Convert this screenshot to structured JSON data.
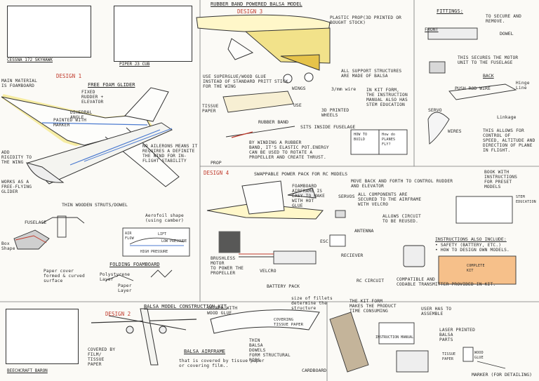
{
  "page": {
    "main_material": "MAIN MATERIAL\nIS FOAMBOARD"
  },
  "references": {
    "cessna": "CESSNA 172 SKYHAWK",
    "piper": "PIPER J3 CUB",
    "beechcraft": "BEECHCRAFT BARON"
  },
  "design1": {
    "tag": "DESIGN 1",
    "title": "FREE FOAM GLIDER",
    "fixed_rudder": "FIXED\nRUDDER +\nELEVATOR",
    "dihedral": "DIHEDRAL\nANGLE",
    "easy_to_add": "ADD\nRIGIDITY TO\nTHE WING",
    "free_glider": "WORKS AS A\nFREE-FLYING\nGLIDER",
    "painted": "PAINTED WITH\nMARKER",
    "no_aileron": "NO AILERONS MEANS IT\nREQUIRES A DEFINITE\nTHE WIND FOR IN-\nFLIGHT STABILITY",
    "struts": "THIN WOODEN STRUTS/DOWEL",
    "aerofoil": "Aerofoil shape\n(using camber)",
    "fuselage": "FUSELAGE",
    "box_shape": "Box\nShape",
    "paper_cover": "Paper cover\nformed & curved\nsurface",
    "folding": "FOLDING FOAMBOARD",
    "polystyrene": "Polystyrene\nLayer",
    "paper_layer": "Paper\nLayer",
    "low_pressure": "LOW PRESSURE",
    "high_pressure": "HIGH PRESSURE",
    "airflow": "AIR\nFLOW",
    "lift": "LIFT"
  },
  "design3": {
    "header": "RUBBER BAND POWERED BALSA MODEL",
    "tag": "DESIGN 3",
    "prop": "PLASTIC PROP(3D PRINTED OR\nBOUGHT STOCK)",
    "support": "ALL SUPPORT STRUCTURES\nARE MADE OF BALSA",
    "glue_stick": "USE SUPERGLUE/WOOD GLUE\nINSTEAD OF STANDARD PRITT STICK\nFOR THE WING",
    "tissue_paper": "TISSUE\nPAPER",
    "wings": "WINGS",
    "use": "USE",
    "three_mm": "3/mm wire",
    "wheels": "3D PRINTED\nWHEELS",
    "kit_form": "IN KIT FORM,\nTHE INSTRUCTION\nMANUAL ALSO HAS\nSTEM EDUCATION",
    "rubber_band": "RUBBER BAND",
    "sits_inside": "SITS INSIDE FUSELAGE",
    "prop_label": "PROP",
    "winding": "BY WINDING A RUBBER\nBAND, IT'S ELASTIC POT.ENERGY\nCAN BE USED TO ROTATE A\nPROPELLER AND CREATE THRUST.",
    "book1": "HOW TO\nBUILD",
    "book2": "How do\nPLANES\nFLY?"
  },
  "fittings": {
    "title": "FITTINGS:",
    "front": "FRONT",
    "secure": "TO SECURE AND\nREMOVE.",
    "dowel": "DOWEL",
    "secures": "THIS SECURES THE MOTOR\nUNIT TO THE FUSELAGE",
    "back": "BACK",
    "push_rod": "PUSH ROD WIRE",
    "hinge": "Hinge\nLine",
    "servo": "SERVO",
    "linkage": "Linkage",
    "wires": "WIRES",
    "control": "THIS ALLOWS FOR\nCONTROL OF\nSPEED, ALTITUDE AND\nDIRECTION OF PLANE\nIN FLIGHT."
  },
  "design4": {
    "tag": "DESIGN 4",
    "header": "SWAPPABLE POWER PACK FOR RC MODELS",
    "foamboard": "FOAMBOARD\nAIRFRAME IS\nEASY TO MAKE\nWITH HOT\nGLUE",
    "servos": "SERVOS",
    "move_back": "MOVE BACK AND FORTH TO CONTROL RUDDER\nAND ELEVATOR",
    "components": "ALL COMPONENTS ARE\nSECURED TO THE AIRFRAME\nWITH VELCRO",
    "allows_circuit": "ALLOWS CIRCUIT\nTO BE REUSED.",
    "antenna": "ANTENNA",
    "receiver": "RECIEVER",
    "brushless": "BRUSHLESS\nMOTOR\nTO POWER THE\nPROPELLER",
    "velcro": "VELCRO",
    "battery": "BATTERY PACK",
    "rc_circuit": "RC CIRCUIT",
    "esc": "ESC",
    "transmitter": "COMPATIBLE AND\nCODABLE TRANSMITTER PROVIDED IN KIT.",
    "book_with": "BOOK WITH\nINSTRUCTIONS\nFOR PRESET\nMODELS",
    "stem_education": "STEM\nEDUCATION",
    "instructions_also": "INSTRUCTIONS ALSO INCLUDE:",
    "safety": "• SAFETY (BATTERY, ETC.)\n• HOW TO DESIGN OWN MODELS.",
    "box_kit": "COMPLETE\nKIT"
  },
  "design2": {
    "header": "BALSA MODEL CONSTRUCTION KIT",
    "tag": "DESIGN 2",
    "joined": "JOINED WITH\nWOOD GLUE",
    "fillets": "size of fillets\ndetermine the\nstructure",
    "covering": "COVERING\nTISSUE PAPER",
    "balsa_dowels": "THIN\nBALSA\nDOWELS\nFORM STRUCTURAL\nRIBS",
    "covered": "COVERED BY\nFILM/\nTISSUE\nPAPER",
    "airframe": "BALSA AIRFRAME",
    "covered_by": "that is covered by tissue paper\nor covering film..",
    "cardboard": "CARDBOARD",
    "kit_form": "THE KIT FORM\nMAKES THE PRODUCT\nTIME CONSUMING",
    "user_assemble": "USER HAS TO\nASSEMBLE",
    "laser": "LASER PRINTED\nBALSA\nPARTS",
    "instruction_manual": "INSTRUCTION MANUAL",
    "tissue_paper": "TISSUE\nPAPER",
    "wood_glue": "WOOD\nGLUE",
    "marker": "MARKER (FOR DETAILING)"
  }
}
